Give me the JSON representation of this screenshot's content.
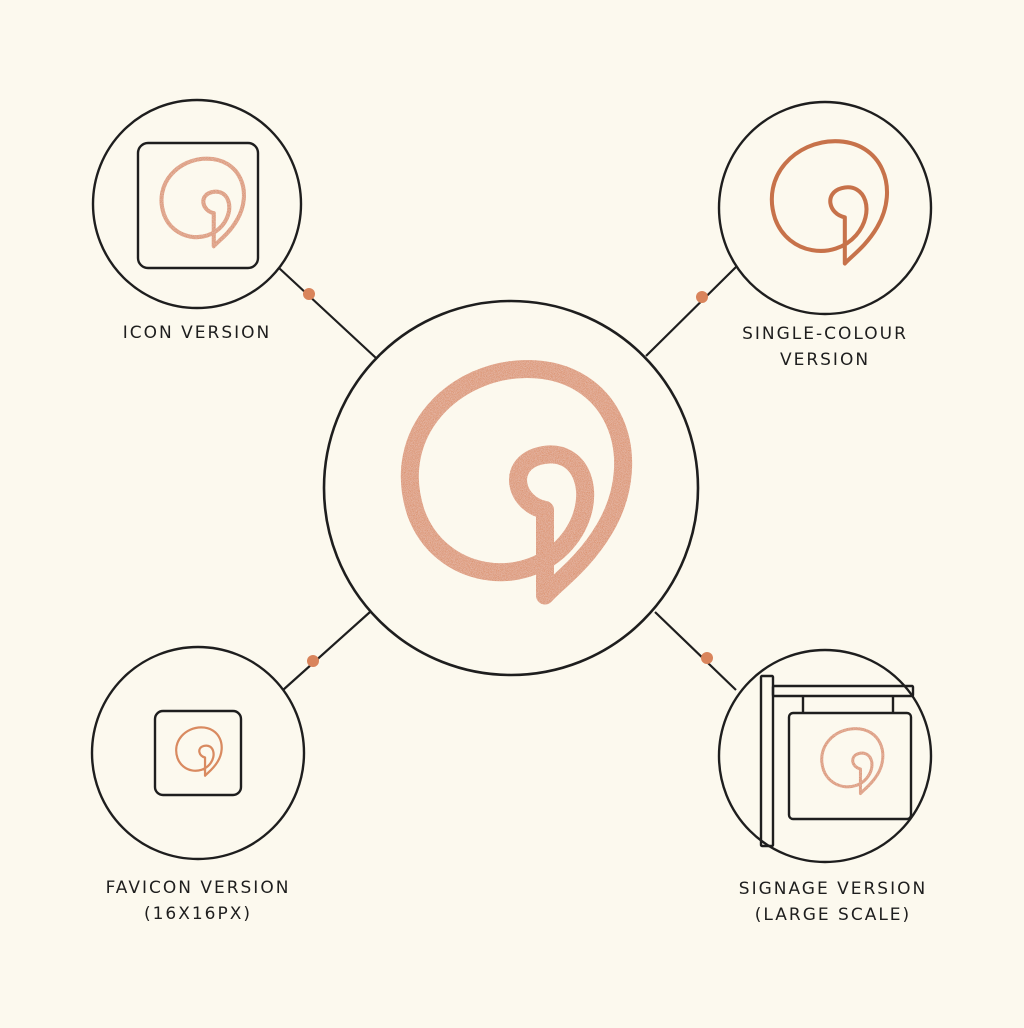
{
  "colors": {
    "background": "#fcf9ee",
    "line": "#1e1e1e",
    "copper": "#d98a60",
    "copper_dark": "#c7724a",
    "dot": "#d9845b"
  },
  "center": {
    "name": "primary-logo",
    "icon": "spiral-p-logo-icon",
    "style": "copper-glitter"
  },
  "variants": [
    {
      "id": "icon",
      "icon": "spiral-p-logo-icon",
      "frame": "rounded-square",
      "lines": [
        "ICON VERSION"
      ]
    },
    {
      "id": "single-colour",
      "icon": "spiral-p-logo-icon",
      "frame": "none",
      "lines": [
        "SINGLE-COLOUR",
        "VERSION"
      ]
    },
    {
      "id": "favicon",
      "icon": "spiral-p-logo-icon",
      "frame": "small-rounded-square",
      "lines": [
        "FAVICON VERSION",
        "(16X16PX)"
      ]
    },
    {
      "id": "signage",
      "icon": "spiral-p-logo-icon",
      "frame": "hanging-sign",
      "lines": [
        "SIGNAGE VERSION",
        "(LARGE SCALE)"
      ]
    }
  ]
}
